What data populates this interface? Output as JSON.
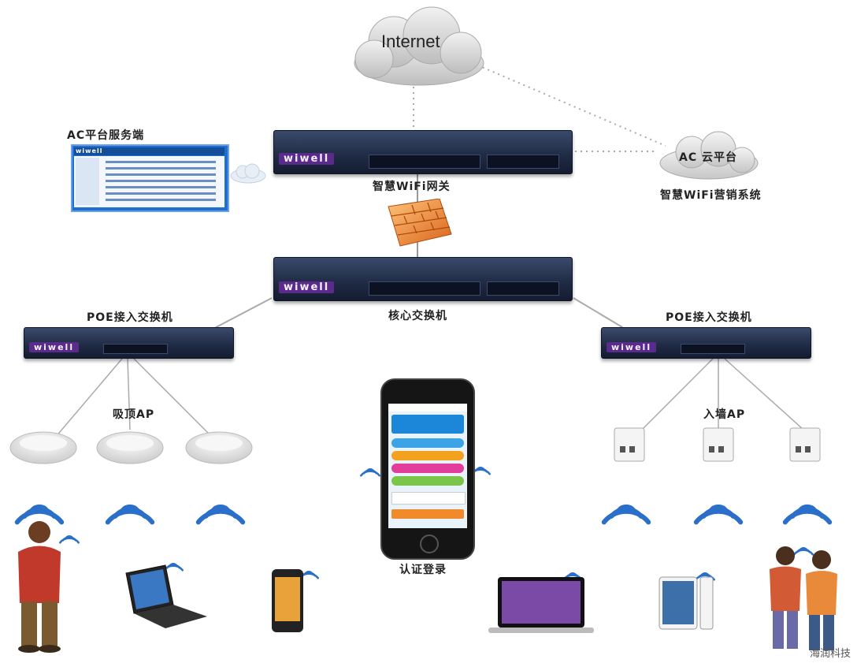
{
  "internet": "Internet",
  "ac_server_label": "AC平台服务端",
  "ac_server_brand": "wiwell",
  "gateway_label": "智慧WiFi网关",
  "gateway_brand": "wiwell",
  "cloud_platform": "AC 云平台",
  "marketing_label": "智慧WiFi营销系统",
  "core_switch_label": "核心交换机",
  "core_switch_brand": "wiwell",
  "poe_left_label": "POE接入交换机",
  "poe_right_label": "POE接入交换机",
  "poe_brand": "wiwell",
  "ceiling_ap_label": "吸顶AP",
  "wall_ap_label": "入墙AP",
  "auth_label": "认证登录",
  "watermark": "海润科技",
  "colors": {
    "rack": "#1f2a44",
    "brand": "#5a2b8a",
    "wifi": "#2a6fc9",
    "firewall": "#e8841f"
  }
}
